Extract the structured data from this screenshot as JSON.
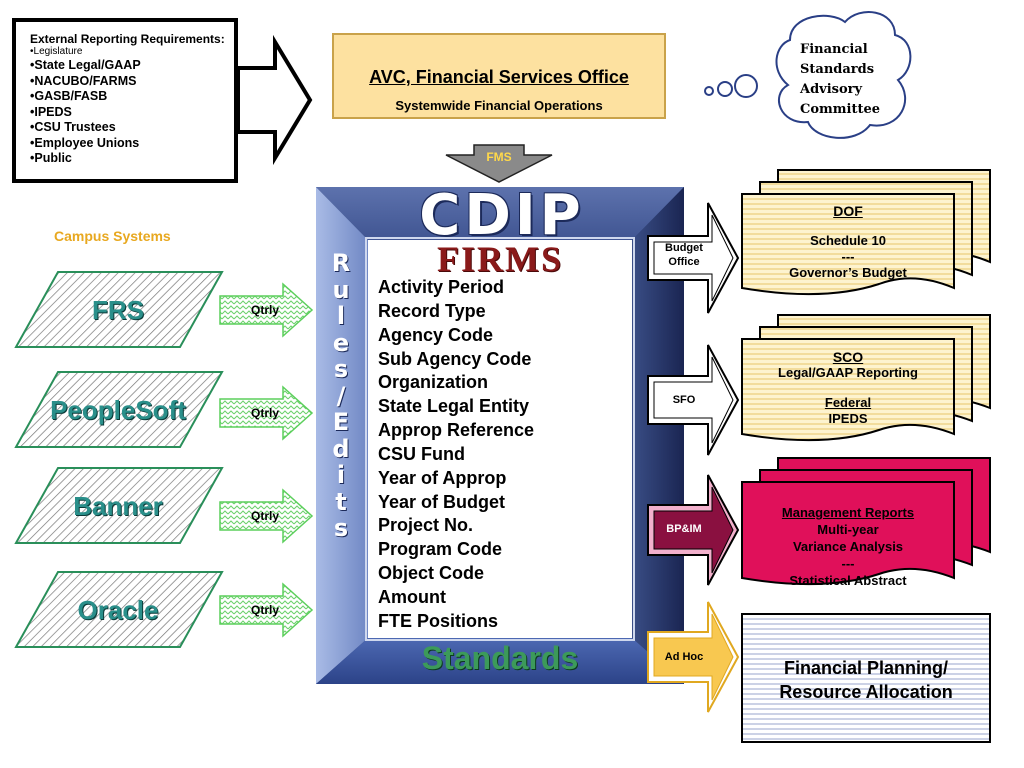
{
  "external": {
    "title": "External Reporting Requirements:",
    "items": [
      {
        "label": "•Legislature",
        "small": true
      },
      {
        "label": "•State Legal/GAAP",
        "small": false
      },
      {
        "label": "•NACUBO/FARMS",
        "small": false
      },
      {
        "label": "•GASB/FASB",
        "small": false
      },
      {
        "label": "•IPEDS",
        "small": false
      },
      {
        "label": "•CSU Trustees",
        "small": false
      },
      {
        "label": "•Employee Unions",
        "small": false
      },
      {
        "label": "•Public",
        "small": false
      }
    ]
  },
  "avc": {
    "title": "AVC, Financial Services Office",
    "subtitle": "Systemwide Financial Operations"
  },
  "committee": {
    "lines": [
      "Financial",
      "Standards",
      "Advisory",
      "Committee"
    ]
  },
  "fms_label": "FMS",
  "cdip": {
    "title": "CDIP",
    "side_text": [
      "R",
      "u",
      "l",
      "e",
      "s",
      "/",
      "E",
      "d",
      "i",
      "t",
      "s"
    ],
    "firms_title": "FIRMS",
    "fields": [
      "Activity Period",
      "Record Type",
      "Agency Code",
      "Sub Agency Code",
      "Organization",
      "State Legal Entity",
      "Approp Reference",
      "CSU Fund",
      "Year of Approp",
      "Year of Budget",
      "Project No.",
      "Program Code",
      "Object Code",
      "Amount",
      "FTE Positions"
    ],
    "footer": "Standards"
  },
  "campus": {
    "label": "Campus Systems",
    "systems": [
      "FRS",
      "PeopleSoft",
      "Banner",
      "Oracle"
    ],
    "frequency": "Qtrly"
  },
  "outputs": {
    "dof": {
      "arrow_label_1": "Budget",
      "arrow_label_2": "Office",
      "title": "DOF",
      "line1": "Schedule 10",
      "line2": "---",
      "line3": "Governor’s Budget"
    },
    "sco": {
      "arrow_label": "SFO",
      "title": "SCO",
      "line1": "Legal/GAAP Reporting",
      "line2": "Federal",
      "line3": "IPEDS"
    },
    "mgmt": {
      "arrow_label": "BP&IM",
      "title": "Management Reports",
      "line1": "Multi-year",
      "line2": "Variance Analysis",
      "line3": "---",
      "line4": "Statistical Abstract"
    },
    "fpra": {
      "arrow_label": "Ad Hoc",
      "line1": "Financial Planning/",
      "line2": "Resource Allocation"
    }
  },
  "colors": {
    "cdip_frame_light": "#8fa3d6",
    "cdip_frame_dark": "#1f2f63",
    "avc_fill": "#fde1a0",
    "doc_yellow": "#fdf0c4",
    "doc_pink": "#e0105a",
    "campus_green": "#2a8f8a",
    "qtrly_arrow": "#5ccf5c"
  }
}
